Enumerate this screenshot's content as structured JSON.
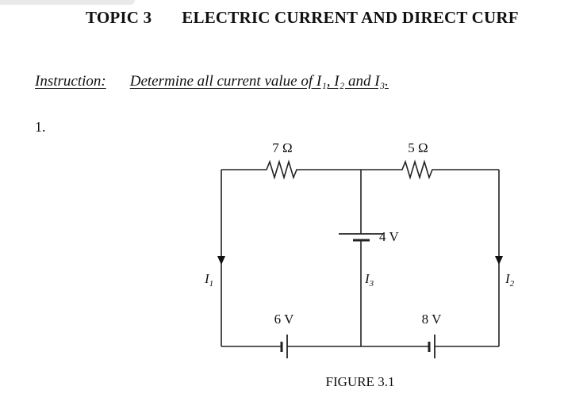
{
  "header": {
    "topic_number": "TOPIC 3",
    "topic_title": "ELECTRIC CURRENT AND DIRECT CURF"
  },
  "instruction": {
    "label": "Instruction:",
    "text": "Determine all current value of I₁, I₂ and I₃."
  },
  "question": {
    "number": "1."
  },
  "circuit": {
    "resistor_left": "7 Ω",
    "resistor_right": "5 Ω",
    "battery_middle": "4 V",
    "battery_left": "6 V",
    "battery_right": "8 V",
    "current_left": {
      "symbol": "I",
      "sub": "1"
    },
    "current_middle": {
      "symbol": "I",
      "sub": "3"
    },
    "current_right": {
      "symbol": "I",
      "sub": "2"
    },
    "figure_caption": "FIGURE 3.1"
  }
}
